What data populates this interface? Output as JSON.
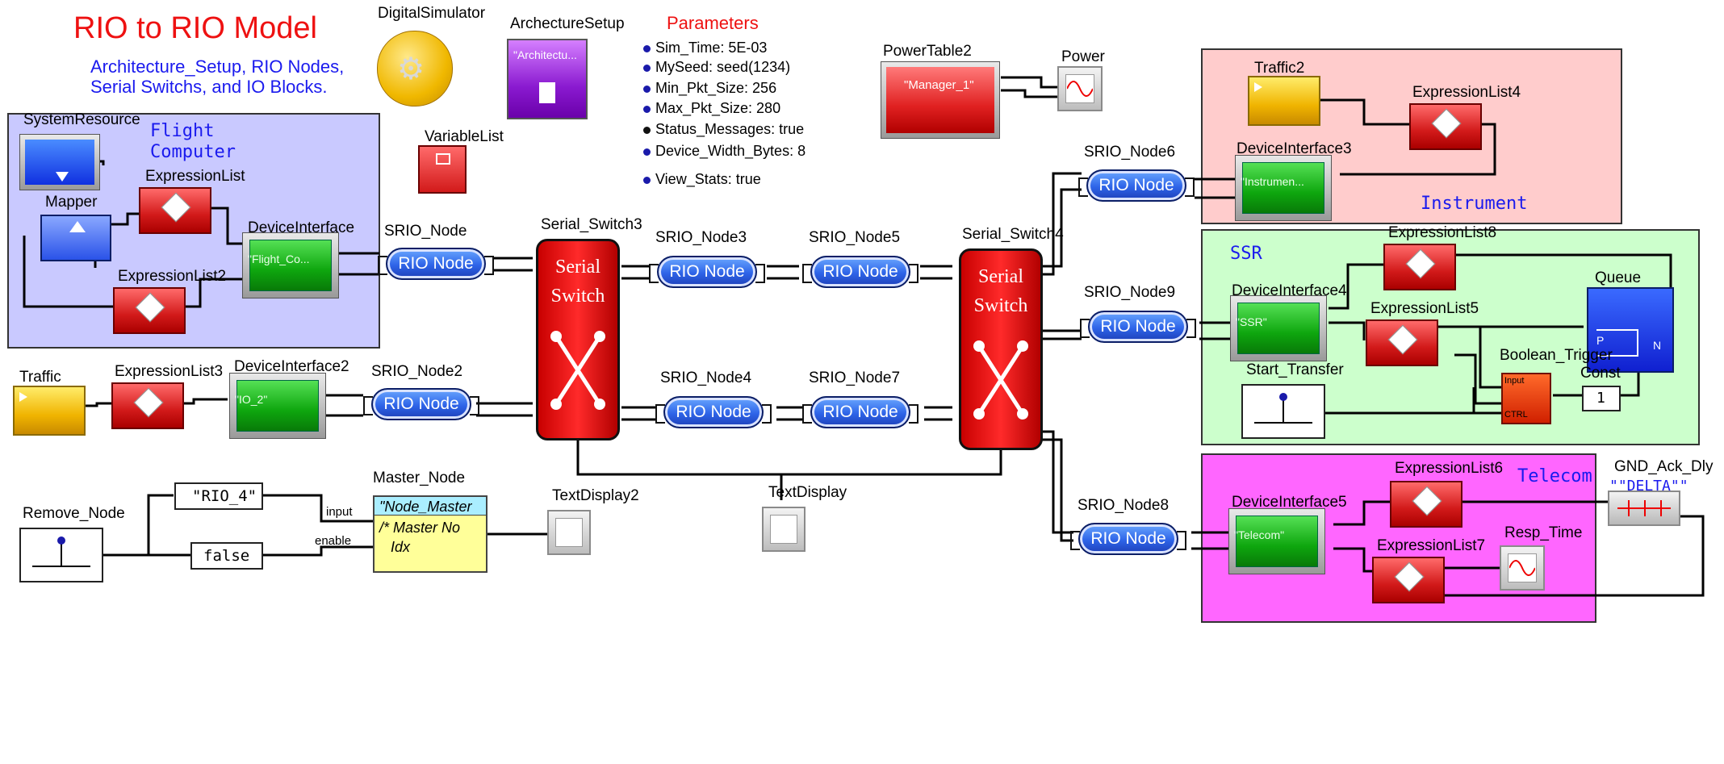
{
  "title": "RIO to RIO Model",
  "subtitle_line1": "Architecture_Setup, RIO Nodes,",
  "subtitle_line2": "Serial Switchs, and IO Blocks.",
  "top_blocks": {
    "digital_simulator": "DigitalSimulator",
    "archecture_setup": "ArchectureSetup",
    "archecture_setup_inner": "\"Architectu...",
    "variable_list": "VariableList",
    "power_table": "PowerTable2",
    "power_table_inner": "\"Manager_1\"",
    "power": "Power"
  },
  "parameters": {
    "heading": "Parameters",
    "items": [
      "Sim_Time: 5E-03",
      "MySeed: seed(1234)",
      "Min_Pkt_Size: 256",
      "Max_Pkt_Size: 280",
      "Status_Messages: true",
      "Device_Width_Bytes: 8",
      "View_Stats: true"
    ]
  },
  "flight": {
    "region_label_line1": "Flight",
    "region_label_line2": "Computer",
    "system_resource": "SystemResource",
    "mapper": "Mapper",
    "expression_list": "ExpressionList",
    "expression_list2": "ExpressionList2",
    "device_interface": "DeviceInterface",
    "device_interface_inner": "\"Flight_Co...",
    "srio_node": "SRIO_Node"
  },
  "io": {
    "traffic": "Traffic",
    "expression_list3": "ExpressionList3",
    "device_interface2": "DeviceInterface2",
    "device_interface2_inner": "\"IO_2\"",
    "srio_node2": "SRIO_Node2"
  },
  "switches": {
    "switch3": "Serial_Switch3",
    "switch4": "Serial_Switch4",
    "switch_text_line1": "Serial",
    "switch_text_line2": "Switch"
  },
  "rio_text": "RIO Node",
  "nodes": {
    "srio_node3": "SRIO_Node3",
    "srio_node4": "SRIO_Node4",
    "srio_node5": "SRIO_Node5",
    "srio_node6": "SRIO_Node6",
    "srio_node7": "SRIO_Node7",
    "srio_node8": "SRIO_Node8",
    "srio_node9": "SRIO_Node9"
  },
  "master": {
    "remove_node": "Remove_Node",
    "rio4_const": "\"RIO_4\"",
    "false_const": "false",
    "input_port": "input",
    "enable_port": "enable",
    "master_node": "Master_Node",
    "master_header": "\"Node_Master",
    "master_line1": "/* Master No",
    "master_line2": "Idx",
    "text_display2": "TextDisplay2",
    "text_display": "TextDisplay"
  },
  "instrument": {
    "region_label": "Instrument",
    "traffic2": "Traffic2",
    "expression_list4": "ExpressionList4",
    "device_interface3": "DeviceInterface3",
    "device_interface3_inner": "\"Instrumen..."
  },
  "ssr": {
    "region_label": "SSR",
    "expression_list8": "ExpressionList8",
    "expression_list5": "ExpressionList5",
    "device_interface4": "DeviceInterface4",
    "device_interface4_inner": "\"SSR\"",
    "queue": "Queue",
    "queue_p": "P",
    "queue_n": "N",
    "boolean_trigger": "Boolean_Trigger",
    "boolean_input": "Input",
    "boolean_ctrl": "CTRL",
    "const": "Const",
    "const_value": "1",
    "start_transfer": "Start_Transfer"
  },
  "telecom": {
    "region_label": "Telecom",
    "expression_list6": "ExpressionList6",
    "expression_list7": "ExpressionList7",
    "device_interface5": "DeviceInterface5",
    "device_interface5_inner": "\"Telecom\"",
    "resp_time": "Resp_Time",
    "gnd_ack": "GND_Ack_Dly",
    "gnd_ack_value": "\"\"DELTA\"\""
  },
  "colors": {
    "title": "#ee1111",
    "subtitle": "#1a1aee",
    "region_flight": "#c9c9ff",
    "region_instrument": "#ffcccc",
    "region_ssr": "#ccffcc",
    "region_telecom": "#ff66ff"
  }
}
